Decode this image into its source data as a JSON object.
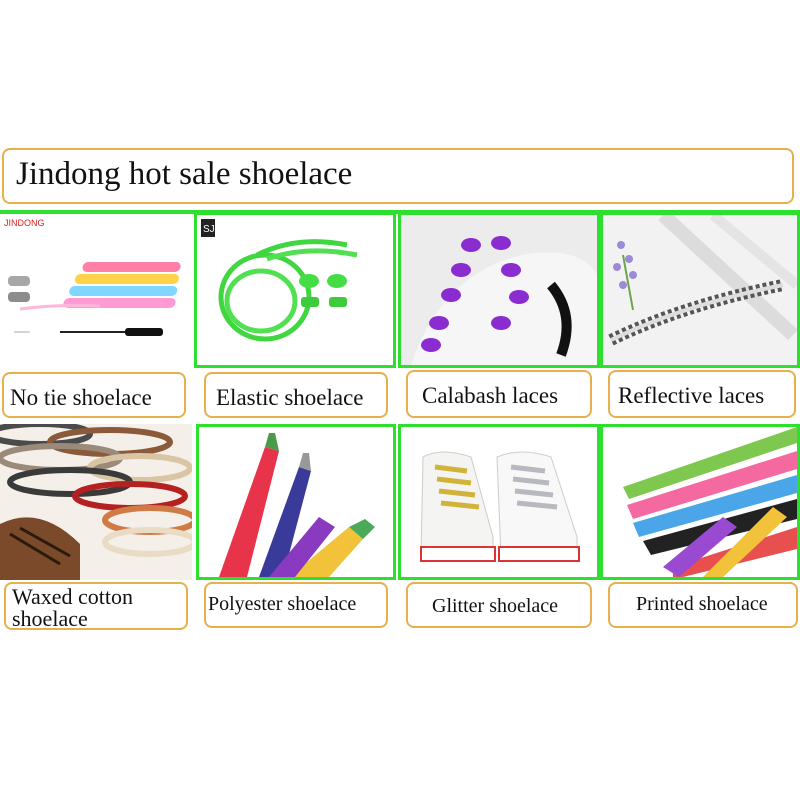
{
  "banner": {
    "title": "Jindong hot sale shoelace"
  },
  "products": [
    {
      "label": "No tie shoelace",
      "logo_text": "JINDONG"
    },
    {
      "label": "Elastic shoelace",
      "logo_text": "SJ"
    },
    {
      "label": "Calabash laces"
    },
    {
      "label": "Reflective laces"
    },
    {
      "label_line1": "Waxed cotton",
      "label_line2": "shoelace"
    },
    {
      "label": "Polyester shoelace"
    },
    {
      "label": "Glitter shoelace"
    },
    {
      "label": "Printed shoelace"
    }
  ],
  "colors": {
    "accent_border": "#e8b04c",
    "grid_green": "#2ee02e"
  }
}
